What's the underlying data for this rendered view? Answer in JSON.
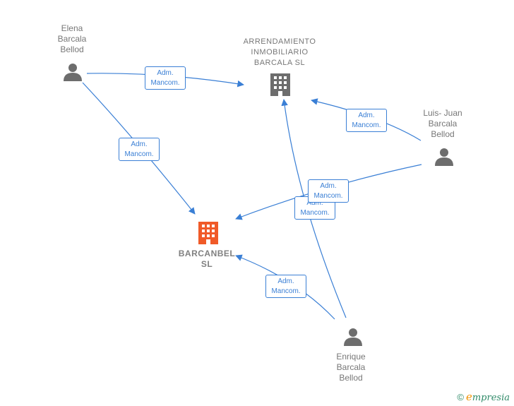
{
  "nodes": {
    "elena": {
      "label_lines": [
        "Elena",
        "Barcala",
        "Bellod"
      ],
      "type": "person"
    },
    "luis": {
      "label_lines": [
        "Luis- Juan",
        "Barcala",
        "Bellod"
      ],
      "type": "person"
    },
    "enrique": {
      "label_lines": [
        "Enrique",
        "Barcala",
        "Bellod"
      ],
      "type": "person"
    },
    "arrendamiento": {
      "label_lines": [
        "ARRENDAMIENTO",
        "INMOBILIARIO",
        "BARCALA  SL"
      ],
      "type": "company"
    },
    "barcanbel": {
      "label_lines": [
        "BARCANBEL",
        "SL"
      ],
      "type": "company-main"
    }
  },
  "edges": [
    {
      "from": "elena",
      "to": "arrendamiento",
      "label_lines": [
        "Adm.",
        "Mancom."
      ]
    },
    {
      "from": "elena",
      "to": "barcanbel",
      "label_lines": [
        "Adm.",
        "Mancom."
      ]
    },
    {
      "from": "luis",
      "to": "arrendamiento",
      "label_lines": [
        "Adm.",
        "Mancom."
      ]
    },
    {
      "from": "luis",
      "to": "barcanbel",
      "label_lines": [
        "Adm.",
        "Mancom."
      ]
    },
    {
      "from": "enrique",
      "to": "arrendamiento",
      "label_lines": [
        "Adm.",
        "Mancom."
      ]
    },
    {
      "from": "enrique",
      "to": "barcanbel",
      "label_lines": [
        "Adm.",
        "Mancom."
      ]
    }
  ],
  "colors": {
    "edge": "#3a7fd5",
    "person_icon": "#6d6d6d",
    "company_icon": "#6d6d6d",
    "main_company_icon": "#f05a28"
  },
  "watermark": {
    "symbol": "©",
    "brand_initial": "e",
    "brand_rest": "mpresia"
  }
}
